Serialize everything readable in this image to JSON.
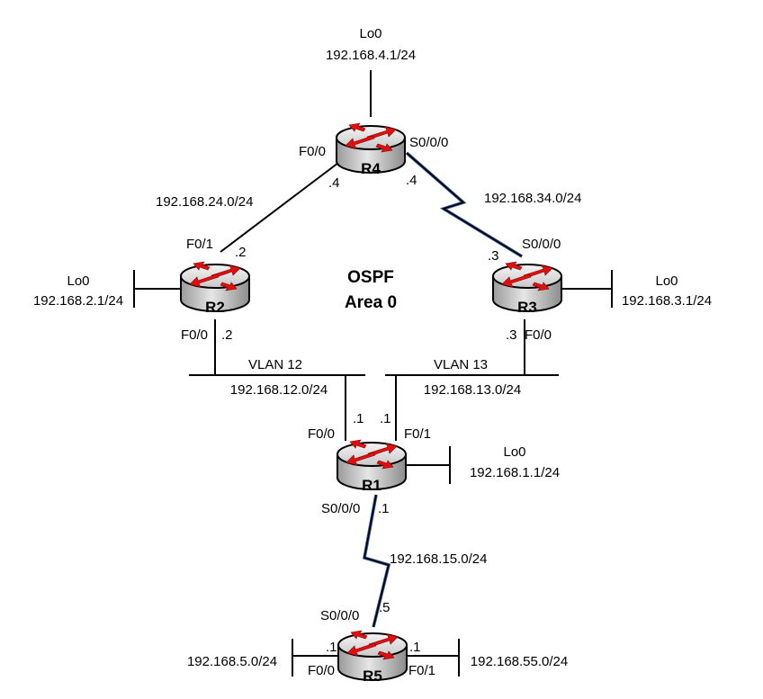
{
  "routers": [
    {
      "name": "R4"
    },
    {
      "name": "R2"
    },
    {
      "name": "R3"
    },
    {
      "name": "R1"
    },
    {
      "name": "R5"
    }
  ],
  "area": {
    "line1": "OSPF",
    "line2": "Area 0"
  },
  "labels": {
    "r4_lo0": "Lo0",
    "r4_lo0_net": "192.168.4.1/24",
    "r4_f00": "F0/0",
    "r4_s000": "S0/0/0",
    "r4_f00_host": ".4",
    "r4_s000_host": ".4",
    "net_24": "192.168.24.0/24",
    "net_34": "192.168.34.0/24",
    "r2_f01": "F0/1",
    "r2_f01_host": ".2",
    "r2_lo0": "Lo0",
    "r2_lo0_net": "192.168.2.1/24",
    "r2_f00": "F0/0",
    "r2_f00_host": ".2",
    "r3_s000_host": ".3",
    "r3_s000": "S0/0/0",
    "r3_lo0": "Lo0",
    "r3_lo0_net": "192.168.3.1/24",
    "r3_f00_host": ".3",
    "r3_f00": "F0/0",
    "vlan12": "VLAN 12",
    "net_12": "192.168.12.0/24",
    "vlan13": "VLAN 13",
    "net_13": "192.168.13.0/24",
    "r1_f00_host": ".1",
    "r1_f01_host": ".1",
    "r1_f00": "F0/0",
    "r1_f01": "F0/1",
    "r1_lo0": "Lo0",
    "r1_lo0_net": "192.168.1.1/24",
    "r1_s000": "S0/0/0",
    "r1_s000_host": ".1",
    "net_15": "192.168.15.0/24",
    "r5_s000": "S0/0/0",
    "r5_s000_host": ".5",
    "r5_f00_host": ".1",
    "r5_f01_host": ".1",
    "net_5": "192.168.5.0/24",
    "net_55": "192.168.55.0/24",
    "r5_f00": "F0/0",
    "r5_f01": "F0/1"
  },
  "colors": {
    "router_body": "#bdbdbd",
    "router_top": "#e4e4e4",
    "arrow": "#e01010",
    "serial_outline": "#2f4f8f",
    "wire": "#000000"
  }
}
